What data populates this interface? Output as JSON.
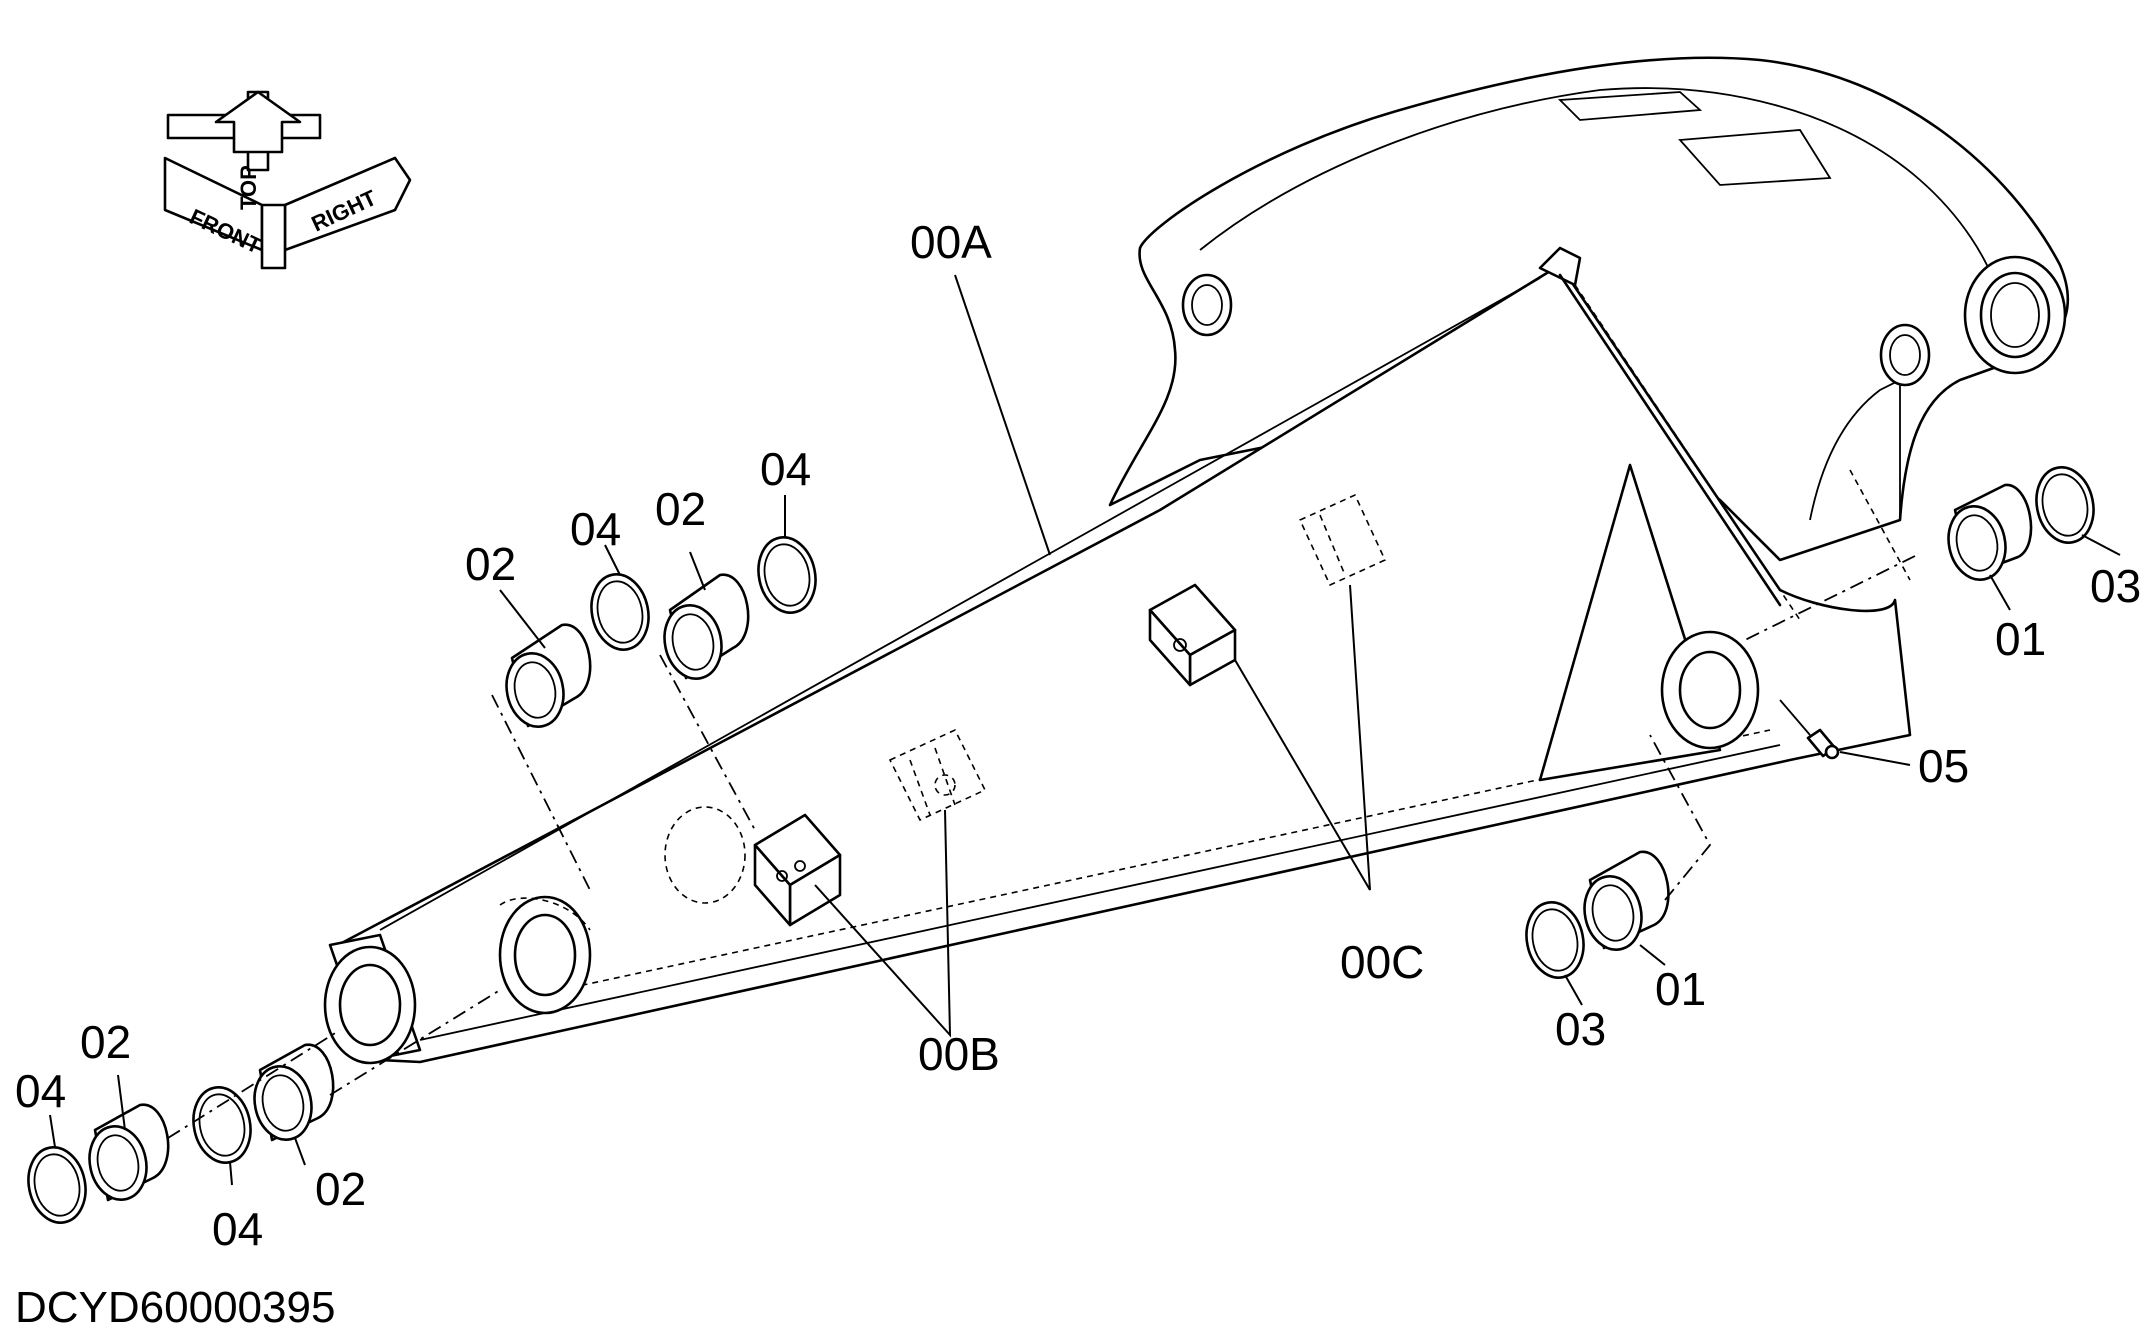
{
  "drawing": {
    "code": "DCYD60000395",
    "orientation": {
      "front": "FRONT",
      "top": "TOP",
      "right": "RIGHT"
    }
  },
  "callouts": {
    "arm": "00A",
    "plate_b": "00B",
    "plate_c": "00C",
    "bushing_01_upper": "01",
    "bushing_01_lower": "01",
    "bushing_02_a": "02",
    "bushing_02_b": "02",
    "bushing_02_c": "02",
    "bushing_02_d": "02",
    "seal_03_upper": "03",
    "seal_03_lower": "03",
    "seal_04_a": "04",
    "seal_04_b": "04",
    "seal_04_c": "04",
    "seal_04_d": "04",
    "fitting_05": "05"
  }
}
